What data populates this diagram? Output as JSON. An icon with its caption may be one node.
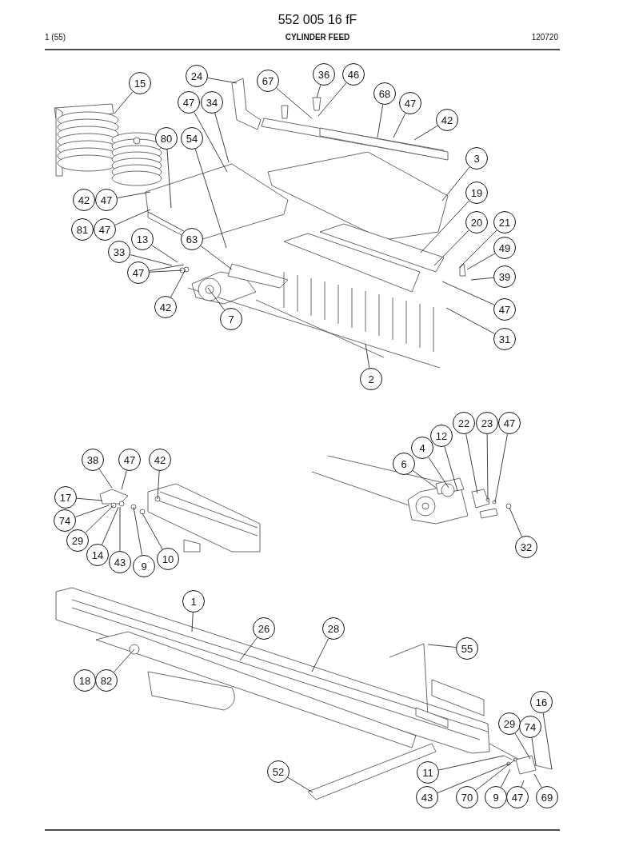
{
  "diagram": {
    "title": "552 005 16 fF",
    "nodes": [
      {
        "text": [
          "15"
        ]
      },
      {
        "text": [
          "24"
        ]
      },
      {
        "text": [
          "67"
        ]
      },
      {
        "text": [
          "36"
        ]
      },
      {
        "text": [
          "46"
        ]
      },
      {
        "text": [
          "68"
        ]
      },
      {
        "text": [
          "47"
        ]
      },
      {
        "text": [
          "42"
        ]
      },
      {
        "text": [
          "47"
        ]
      },
      {
        "text": [
          "34"
        ]
      },
      {
        "text": [
          "80"
        ]
      },
      {
        "text": [
          "54"
        ]
      },
      {
        "text": [
          "3"
        ]
      },
      {
        "text": [
          "19"
        ]
      },
      {
        "text": [
          "20"
        ]
      },
      {
        "text": [
          "21"
        ]
      },
      {
        "text": [
          "49"
        ]
      },
      {
        "text": [
          "39"
        ]
      },
      {
        "text": [
          "42"
        ]
      },
      {
        "text": [
          "47"
        ]
      },
      {
        "text": [
          "81"
        ]
      },
      {
        "text": [
          "47"
        ]
      },
      {
        "text": [
          "13"
        ]
      },
      {
        "text": [
          "63"
        ]
      },
      {
        "text": [
          "33"
        ]
      },
      {
        "text": [
          "47"
        ]
      },
      {
        "text": [
          "42"
        ]
      },
      {
        "text": [
          "7"
        ]
      },
      {
        "text": [
          "47"
        ]
      },
      {
        "text": [
          "31"
        ]
      },
      {
        "text": [
          "2"
        ]
      },
      {
        "text": [
          "38"
        ]
      },
      {
        "text": [
          "47"
        ]
      },
      {
        "text": [
          "42"
        ]
      },
      {
        "text": [
          "17"
        ]
      },
      {
        "text": [
          "74"
        ]
      },
      {
        "text": [
          "29"
        ]
      },
      {
        "text": [
          "14"
        ]
      },
      {
        "text": [
          "43"
        ]
      },
      {
        "text": [
          "9"
        ]
      },
      {
        "text": [
          "10"
        ]
      },
      {
        "text": [
          "22"
        ]
      },
      {
        "text": [
          "23"
        ]
      },
      {
        "text": [
          "47"
        ]
      },
      {
        "text": [
          "12"
        ]
      },
      {
        "text": [
          "4"
        ]
      },
      {
        "text": [
          "6"
        ]
      },
      {
        "text": [
          "32"
        ]
      },
      {
        "text": [
          "1"
        ]
      },
      {
        "text": [
          "26"
        ]
      },
      {
        "text": [
          "28"
        ]
      },
      {
        "text": [
          "55"
        ]
      },
      {
        "text": [
          "18"
        ]
      },
      {
        "text": [
          "82"
        ]
      },
      {
        "text": [
          "16"
        ]
      },
      {
        "text": [
          "29"
        ]
      },
      {
        "text": [
          "74"
        ]
      },
      {
        "text": [
          "52"
        ]
      },
      {
        "text": [
          "11"
        ]
      },
      {
        "text": [
          "43"
        ]
      },
      {
        "text": [
          "70"
        ]
      },
      {
        "text": [
          "9"
        ]
      },
      {
        "text": [
          "47"
        ]
      },
      {
        "text": [
          "69"
        ]
      }
    ],
    "edges": [
      {
        "from": 0,
        "to": null,
        "arrow": "none"
      },
      {
        "from": 1,
        "to": null,
        "arrow": "none"
      },
      {
        "from": 2,
        "to": null,
        "arrow": "none"
      },
      {
        "from": 3,
        "to": null,
        "arrow": "none"
      },
      {
        "from": 4,
        "to": null,
        "arrow": "none"
      },
      {
        "from": 5,
        "to": null,
        "arrow": "none"
      },
      {
        "from": 6,
        "to": null,
        "arrow": "none"
      },
      {
        "from": 7,
        "to": null,
        "arrow": "none"
      },
      {
        "from": 8,
        "to": null,
        "arrow": "none"
      },
      {
        "from": 9,
        "to": null,
        "arrow": "none"
      },
      {
        "from": 10,
        "to": null,
        "arrow": "none"
      },
      {
        "from": 11,
        "to": null,
        "arrow": "none"
      },
      {
        "from": 12,
        "to": null,
        "arrow": "none"
      },
      {
        "from": 13,
        "to": null,
        "arrow": "none"
      },
      {
        "from": 14,
        "to": null,
        "arrow": "none"
      },
      {
        "from": 15,
        "to": null,
        "arrow": "none"
      },
      {
        "from": 16,
        "to": null,
        "arrow": "none"
      },
      {
        "from": 17,
        "to": null,
        "arrow": "none"
      },
      {
        "from": 19,
        "to": null,
        "arrow": "none"
      },
      {
        "from": 21,
        "to": null,
        "arrow": "none"
      },
      {
        "from": 22,
        "to": null,
        "arrow": "none"
      },
      {
        "from": 23,
        "to": null,
        "arrow": "none"
      },
      {
        "from": 24,
        "to": null,
        "arrow": "none"
      },
      {
        "from": 25,
        "to": null,
        "arrow": "none"
      },
      {
        "from": 25,
        "to": null,
        "arrow": "none"
      },
      {
        "from": 26,
        "to": null,
        "arrow": "none"
      },
      {
        "from": 27,
        "to": null,
        "arrow": "none"
      },
      {
        "from": 28,
        "to": null,
        "arrow": "none"
      },
      {
        "from": 29,
        "to": null,
        "arrow": "none"
      },
      {
        "from": 30,
        "to": null,
        "arrow": "none"
      },
      {
        "from": 31,
        "to": null,
        "arrow": "none"
      },
      {
        "from": 32,
        "to": null,
        "arrow": "none"
      },
      {
        "from": 33,
        "to": null,
        "arrow": "none"
      },
      {
        "from": 34,
        "to": null,
        "arrow": "none"
      },
      {
        "from": 35,
        "to": null,
        "arrow": "none"
      },
      {
        "from": 36,
        "to": null,
        "arrow": "none"
      },
      {
        "from": 37,
        "to": null,
        "arrow": "none"
      },
      {
        "from": 38,
        "to": null,
        "arrow": "none"
      },
      {
        "from": 39,
        "to": null,
        "arrow": "none"
      },
      {
        "from": 40,
        "to": null,
        "arrow": "none"
      },
      {
        "from": 41,
        "to": null,
        "arrow": "none"
      },
      {
        "from": 42,
        "to": null,
        "arrow": "none"
      },
      {
        "from": 43,
        "to": null,
        "arrow": "none"
      },
      {
        "from": 44,
        "to": null,
        "arrow": "none"
      },
      {
        "from": 45,
        "to": null,
        "arrow": "none"
      },
      {
        "from": 46,
        "to": null,
        "arrow": "none"
      },
      {
        "from": 47,
        "to": null,
        "arrow": "none"
      },
      {
        "from": 48,
        "to": null,
        "arrow": "none"
      },
      {
        "from": 49,
        "to": null,
        "arrow": "none"
      },
      {
        "from": 50,
        "to": null,
        "arrow": "none"
      },
      {
        "from": 51,
        "to": null,
        "arrow": "none"
      },
      {
        "from": 53,
        "to": null,
        "arrow": "none"
      },
      {
        "from": 54,
        "to": null,
        "arrow": "none"
      },
      {
        "from": 55,
        "to": null,
        "arrow": "none"
      },
      {
        "from": 56,
        "to": null,
        "arrow": "none"
      },
      {
        "from": 57,
        "to": null,
        "arrow": "none"
      },
      {
        "from": 58,
        "to": null,
        "arrow": "none"
      },
      {
        "from": 59,
        "to": null,
        "arrow": "none"
      },
      {
        "from": 60,
        "to": null,
        "arrow": "none"
      },
      {
        "from": 61,
        "to": null,
        "arrow": "none"
      },
      {
        "from": 62,
        "to": null,
        "arrow": "none"
      },
      {
        "from": 63,
        "to": null,
        "arrow": "none"
      }
    ],
    "labels": [
      "1 (55)",
      "CYLINDER FEED",
      "120720"
    ]
  }
}
